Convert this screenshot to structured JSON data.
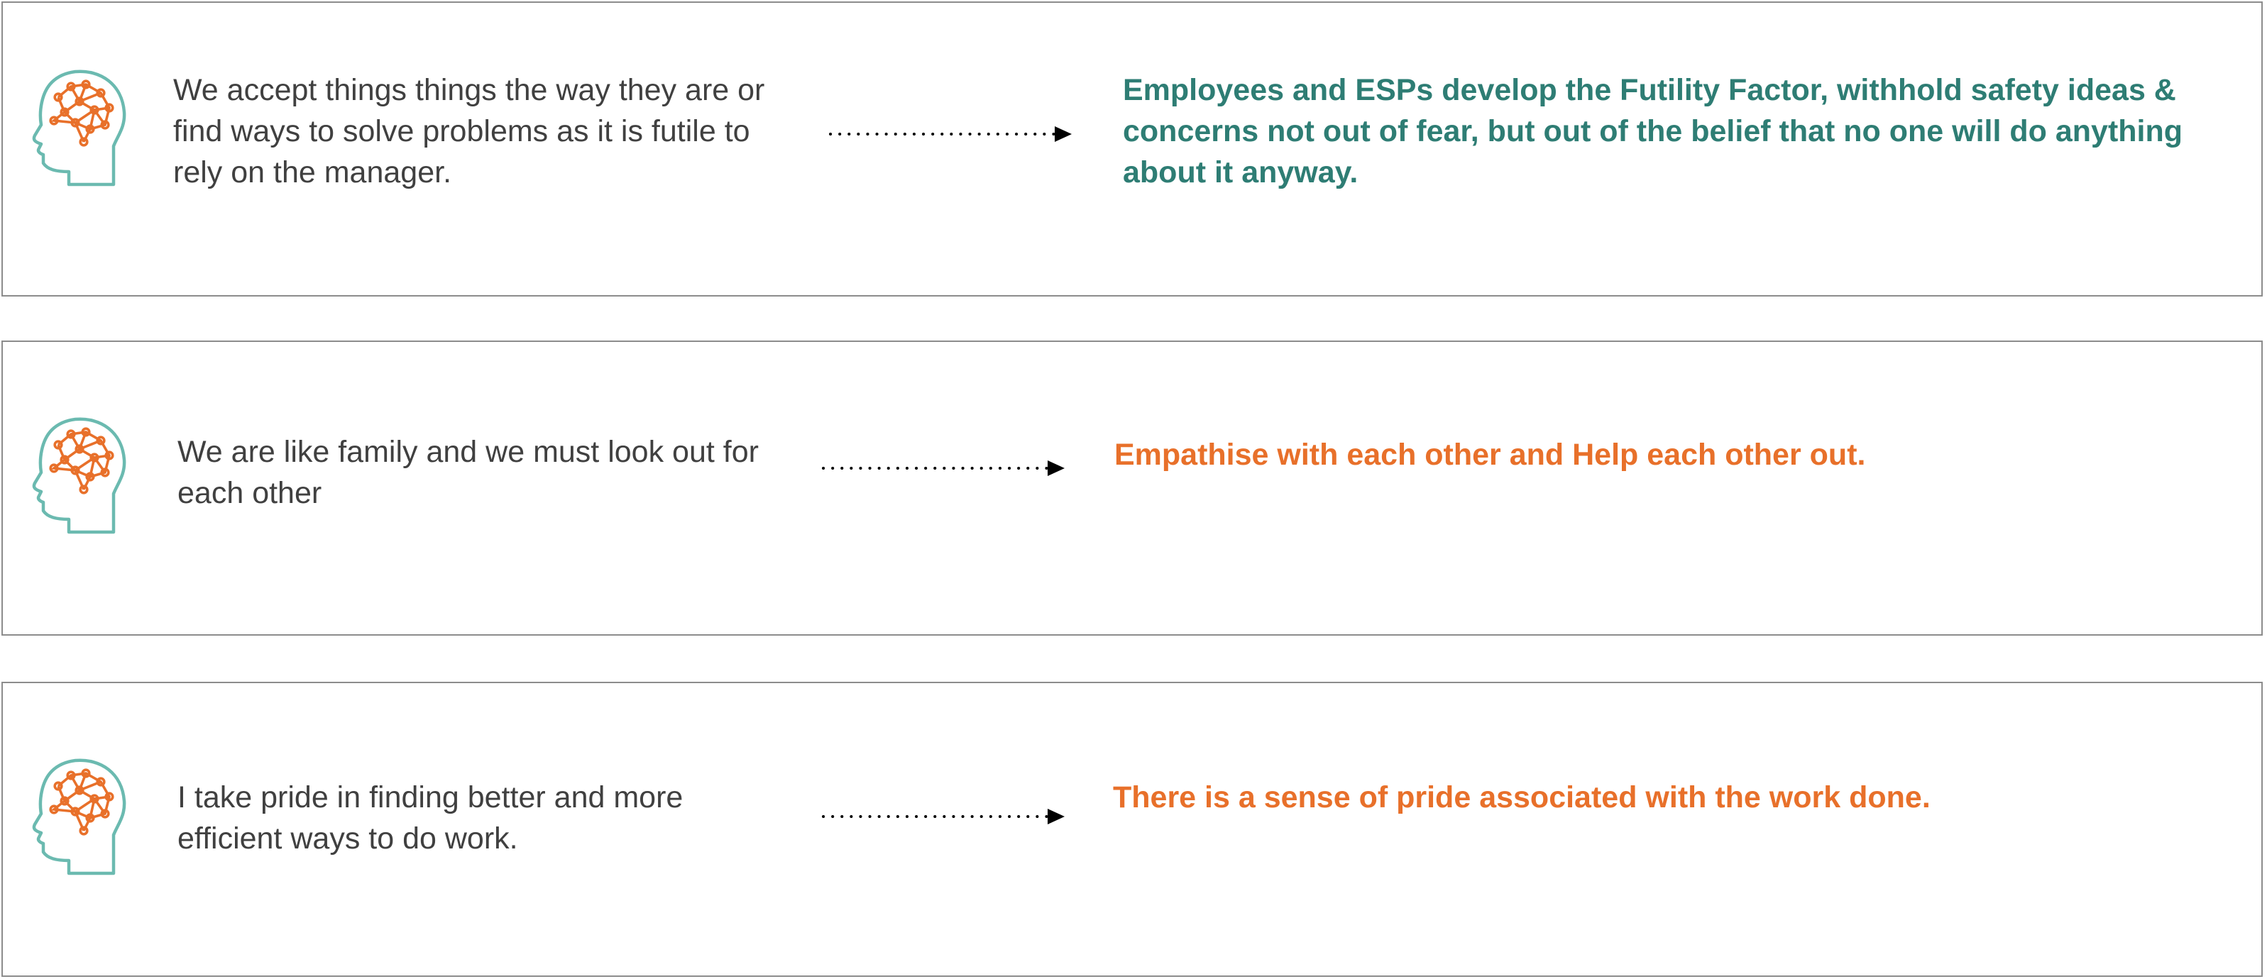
{
  "colors": {
    "head_outline": "#6bbab0",
    "brain": "#e8702a",
    "belief_text": "#404040",
    "outcome_teal": "#2e7d74",
    "outcome_orange": "#e8702a",
    "border": "#8c8c8c",
    "arrow": "#000000"
  },
  "rows": [
    {
      "icon": "head-brain-icon",
      "belief": "We accept things things the way they are or find ways to solve problems as it is futile to rely on the manager.",
      "outcome": "Employees and ESPs develop the Futility Factor, withhold safety ideas & concerns not out of fear, but out of the belief that no one will do anything about it anyway.",
      "outcome_color": "#2e7d74"
    },
    {
      "icon": "head-brain-icon",
      "belief": "We are like family and we must look out for each other",
      "outcome": "Empathise with each other and Help each other out.",
      "outcome_color": "#e8702a"
    },
    {
      "icon": "head-brain-icon",
      "belief": "I take pride in finding better and more efficient ways to do work.",
      "outcome": "There is a sense of pride associated with the work done.",
      "outcome_color": "#e8702a"
    }
  ]
}
